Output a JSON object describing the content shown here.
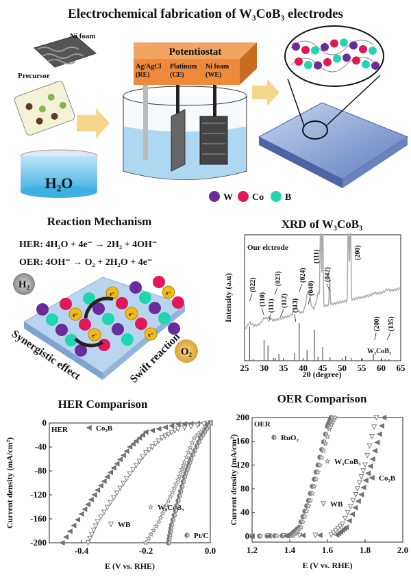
{
  "title": "Electrochemical fabrication of W₃CoB₃ electrodes",
  "fabrication": {
    "ni_foam": "Ni foam",
    "precursor": "Precursor",
    "water": "H₂O",
    "potentiostat": "Potentiostat",
    "electrodes": [
      {
        "name": "Ag/AgCl",
        "role": "(RE)"
      },
      {
        "name": "Platinum",
        "role": "(CE)"
      },
      {
        "name": "Ni foam",
        "role": "(WE)"
      }
    ],
    "legend": [
      {
        "label": "W",
        "color": "#6a2c9a"
      },
      {
        "label": "Co",
        "color": "#e0185a"
      },
      {
        "label": "B",
        "color": "#20d6b0"
      }
    ]
  },
  "mechanism": {
    "title": "Reaction Mechanism",
    "her_eq": "HER: 4H₂O + 4e⁻ → 2H₂ + 4OH⁻",
    "oer_eq": "OER: 4OH⁻ → O₂ + 2H₂O + 4e⁻",
    "h2": "H₂",
    "o2": "O₂",
    "electron": "e⁻",
    "synergy": "Synergistic effect",
    "swift": "Swift reaction"
  },
  "chart_data": [
    {
      "type": "line",
      "title": "XRD of W₃CoB₃",
      "xlabel": "2θ (degree)",
      "ylabel": "Intensity (a.u)",
      "xlim": [
        25,
        65
      ],
      "xticks": [
        "25",
        "30",
        "35",
        "40",
        "45",
        "50",
        "55",
        "60",
        "65"
      ],
      "annotation": "Our elctrode",
      "reference_label": "W₃CoB₃",
      "peaks": [
        {
          "label": "(022)",
          "x": 26.3
        },
        {
          "label": "(110)",
          "x": 30.0
        },
        {
          "label": "(111)",
          "x": 31.2
        },
        {
          "label": "(023)",
          "x": 32.7
        },
        {
          "label": "(112)",
          "x": 34.2
        },
        {
          "label": "(113)",
          "x": 38.1
        },
        {
          "label": "(024)",
          "x": 39.0
        },
        {
          "label": "(040)",
          "x": 41.3
        },
        {
          "label": "(111)",
          "x": 44.5
        },
        {
          "label": "(042)",
          "x": 46.8
        },
        {
          "label": "(200)",
          "x": 51.8
        },
        {
          "label": "(200)",
          "x": 58.3
        },
        {
          "label": "(135)",
          "x": 61.5
        }
      ],
      "reference_lines": [
        [
          26.3,
          1.0
        ],
        [
          27.2,
          0.05
        ],
        [
          30.0,
          0.6
        ],
        [
          31.0,
          0.45
        ],
        [
          32.4,
          0.08
        ],
        [
          32.9,
          0.08
        ],
        [
          33.8,
          0.2
        ],
        [
          37.8,
          0.22
        ],
        [
          39.0,
          1.1
        ],
        [
          40.0,
          0.05
        ],
        [
          41.0,
          0.32
        ],
        [
          42.9,
          0.9
        ],
        [
          43.8,
          0.12
        ],
        [
          45.0,
          0.4
        ],
        [
          46.9,
          0.1
        ],
        [
          50.0,
          0.08
        ],
        [
          50.9,
          0.14
        ],
        [
          52.3,
          0.09
        ],
        [
          55.2,
          0.05
        ],
        [
          58.0,
          0.2
        ],
        [
          60.2,
          0.04
        ],
        [
          61.0,
          0.05
        ],
        [
          62.0,
          0.04
        ]
      ]
    },
    {
      "type": "scatter",
      "title": "HER Comparison",
      "tag": "HER",
      "xlabel": "E (V vs. RHE)",
      "ylabel": "Current density (mA/cm²)",
      "xlim": [
        -0.5,
        0.0
      ],
      "ylim": [
        -200,
        0
      ],
      "xticks": [
        "-0.4",
        "-0.2",
        "0.0"
      ],
      "yticks": [
        "0",
        "-40",
        "-80",
        "-120",
        "-160",
        "-200"
      ],
      "series": [
        {
          "name": "Co₃B",
          "marker": "tri-left-filled",
          "points": [
            [
              0,
              0
            ],
            [
              -0.1,
              -2
            ],
            [
              -0.2,
              -15
            ],
            [
              -0.25,
              -40
            ],
            [
              -0.3,
              -75
            ],
            [
              -0.35,
              -112
            ],
            [
              -0.4,
              -152
            ],
            [
              -0.46,
              -200
            ]
          ]
        },
        {
          "name": "WB",
          "marker": "tri-down-open",
          "points": [
            [
              0,
              0
            ],
            [
              -0.1,
              -10
            ],
            [
              -0.15,
              -25
            ],
            [
              -0.2,
              -50
            ],
            [
              -0.25,
              -85
            ],
            [
              -0.3,
              -125
            ],
            [
              -0.35,
              -165
            ],
            [
              -0.38,
              -200
            ]
          ]
        },
        {
          "name": "W₃CoB₃",
          "marker": "star-open",
          "points": [
            [
              0,
              0
            ],
            [
              -0.05,
              -25
            ],
            [
              -0.08,
              -65
            ],
            [
              -0.1,
              -95
            ],
            [
              -0.13,
              -130
            ],
            [
              -0.16,
              -165
            ],
            [
              -0.2,
              -200
            ]
          ]
        },
        {
          "name": "Pt/C",
          "marker": "half-circle",
          "points": [
            [
              0,
              0
            ],
            [
              -0.03,
              -25
            ],
            [
              -0.06,
              -60
            ],
            [
              -0.08,
              -90
            ],
            [
              -0.1,
              -130
            ],
            [
              -0.12,
              -170
            ],
            [
              -0.13,
              -200
            ]
          ]
        }
      ]
    },
    {
      "type": "scatter",
      "title": "OER Comparison",
      "tag": "OER",
      "xlabel": "E (V vs. RHE)",
      "ylabel": "Current density (mA/cm²)",
      "xlim": [
        1.2,
        2.0
      ],
      "ylim": [
        -10,
        200
      ],
      "xticks": [
        "1.2",
        "1.4",
        "1.6",
        "1.8",
        "2.0"
      ],
      "yticks": [
        "0",
        "40",
        "80",
        "120",
        "160",
        "200"
      ],
      "series": [
        {
          "name": "RuO₂",
          "marker": "half-circle",
          "points": [
            [
              1.2,
              0
            ],
            [
              1.4,
              1
            ],
            [
              1.45,
              15
            ],
            [
              1.5,
              60
            ],
            [
              1.55,
              120
            ],
            [
              1.6,
              185
            ],
            [
              1.62,
              200
            ]
          ]
        },
        {
          "name": "W₃CoB₃",
          "marker": "star-open",
          "points": [
            [
              1.2,
              0
            ],
            [
              1.42,
              1
            ],
            [
              1.46,
              15
            ],
            [
              1.51,
              60
            ],
            [
              1.56,
              120
            ],
            [
              1.61,
              180
            ],
            [
              1.64,
              200
            ]
          ]
        },
        {
          "name": "WB",
          "marker": "tri-down-open",
          "points": [
            [
              1.2,
              0
            ],
            [
              1.62,
              2
            ],
            [
              1.68,
              20
            ],
            [
              1.75,
              70
            ],
            [
              1.8,
              120
            ],
            [
              1.86,
              200
            ]
          ]
        },
        {
          "name": "Co₃B",
          "marker": "tri-left-filled",
          "points": [
            [
              1.2,
              0
            ],
            [
              1.65,
              2
            ],
            [
              1.7,
              15
            ],
            [
              1.78,
              70
            ],
            [
              1.84,
              130
            ],
            [
              1.9,
              200
            ]
          ]
        }
      ]
    }
  ]
}
